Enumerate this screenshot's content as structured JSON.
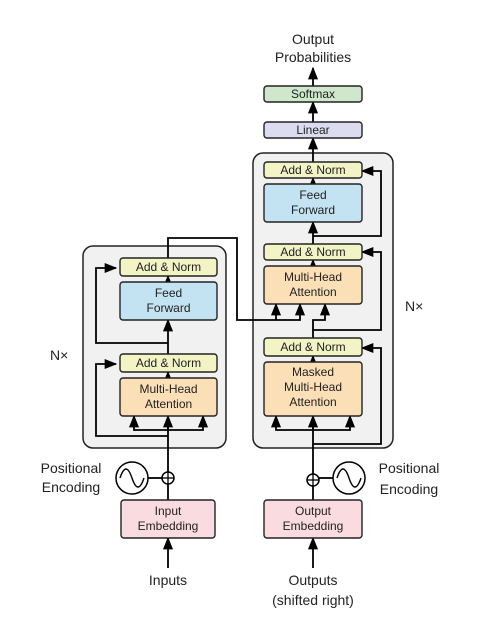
{
  "encoder": {
    "add_norm_top": "Add & Norm",
    "feed_forward": [
      "Feed",
      "Forward"
    ],
    "add_norm_bottom": "Add & Norm",
    "attention": [
      "Multi-Head",
      "Attention"
    ],
    "repeat": "N×"
  },
  "decoder": {
    "add_norm_top": "Add & Norm",
    "feed_forward": [
      "Feed",
      "Forward"
    ],
    "add_norm_mid": "Add & Norm",
    "cross_attention": [
      "Multi-Head",
      "Attention"
    ],
    "add_norm_bottom": "Add & Norm",
    "masked_attention": [
      "Masked",
      "Multi-Head",
      "Attention"
    ],
    "repeat": "N×"
  },
  "head": {
    "linear": "Linear",
    "softmax": "Softmax",
    "output_probabilities": [
      "Output",
      "Probabilities"
    ]
  },
  "input_embedding": [
    "Input",
    "Embedding"
  ],
  "output_embedding": [
    "Output",
    "Embedding"
  ],
  "positional_encoding_left": [
    "Positional",
    "Encoding"
  ],
  "positional_encoding_right": [
    "Positional",
    "Encoding"
  ],
  "inputs_label": "Inputs",
  "outputs_label": [
    "Outputs",
    "(shifted right)"
  ],
  "colors": {
    "add_norm": "#f2f4c6",
    "feed_forward": "#c3e2f2",
    "attention": "#fbe0b7",
    "embedding": "#f9dbe0",
    "linear": "#dcdcf0",
    "softmax": "#cfe8cc",
    "stack_bg": "#f1f1f1"
  }
}
